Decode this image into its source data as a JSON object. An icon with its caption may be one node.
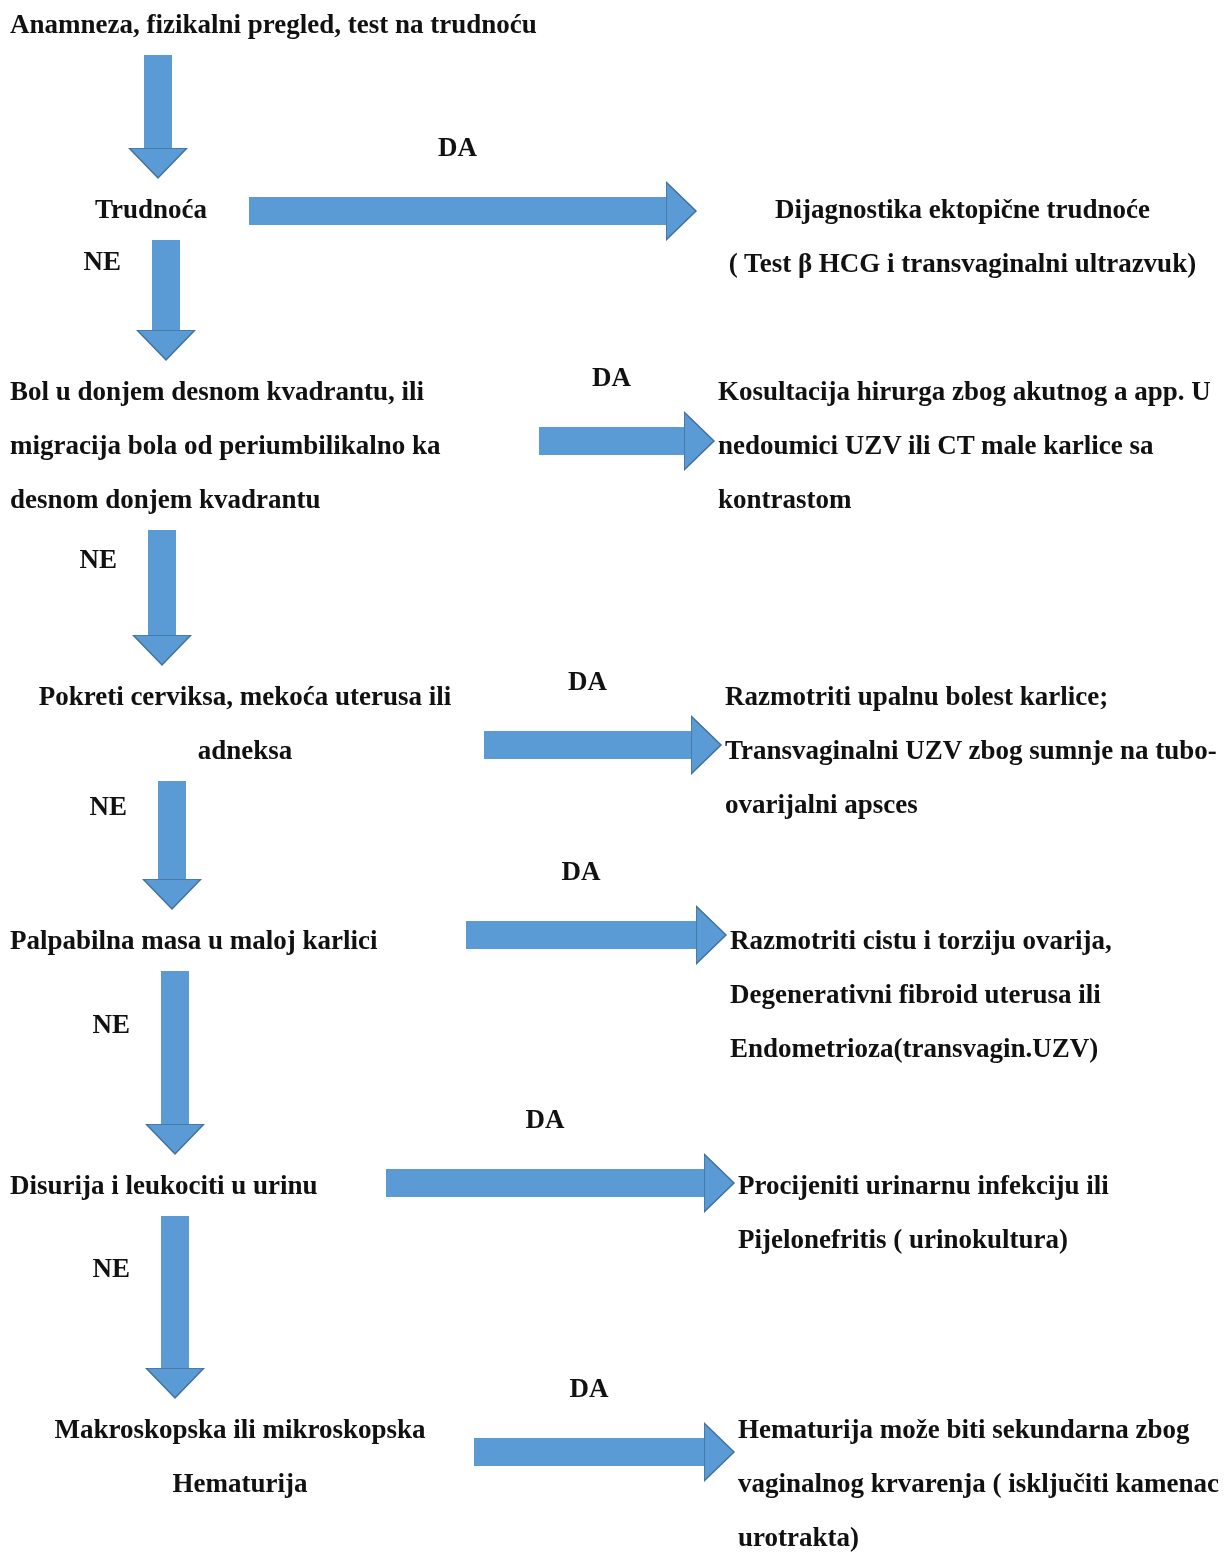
{
  "diagram": {
    "nodes": [
      {
        "text": [
          "Anamneza, fizikalni pregled, test na trudnoću"
        ]
      },
      {
        "text": [
          "Trudnoća"
        ]
      },
      {
        "text": [
          "Dijagnostika ektopične trudnoće",
          "( Test β HCG i transvaginalni ultrazvuk)"
        ]
      },
      {
        "text": [
          "Bol u donjem desnom kvadrantu, ili migracija bola od periumbilikalno ka desnom donjem kvadrantu"
        ]
      },
      {
        "text": [
          "Kosultacija hirurga zbog akutnog a app. U nedoumici UZV ili CT male karlice sa kontrastom"
        ]
      },
      {
        "text": [
          "Pokreti cerviksa, mekoća uterusa ili adneksa"
        ]
      },
      {
        "text": [
          "Razmotriti upalnu bolest karlice; Transvaginalni UZV zbog sumnje na tubo-ovarijalni apsces"
        ]
      },
      {
        "text": [
          "Palpabilna masa u maloj karlici"
        ]
      },
      {
        "text": [
          "Razmotriti cistu i torziju ovarija, Degenerativni fibroid uterusa ili Endometrioza(transvagin.UZV)"
        ]
      },
      {
        "text": [
          "Disurija i leukociti u urinu"
        ]
      },
      {
        "text": [
          "Procijeniti urinarnu infekciju ili Pijelonefritis ( urinokultura)"
        ]
      },
      {
        "text": [
          "Makroskopska ili mikroskopska Hematurija"
        ]
      },
      {
        "text": [
          "Hematurija može biti sekundarna zbog vaginalnog krvarenja ( isključiti kamenac urotrakta)"
        ]
      }
    ],
    "edges": [
      {
        "from": 0,
        "to": 1,
        "arrow": "to"
      },
      {
        "from": 1,
        "to": 2,
        "arrow": "to",
        "label": "DA"
      },
      {
        "from": 1,
        "to": 3,
        "arrow": "to",
        "label": "NE"
      },
      {
        "from": 3,
        "to": 4,
        "arrow": "to",
        "label": "DA"
      },
      {
        "from": 3,
        "to": 5,
        "arrow": "to",
        "label": "NE"
      },
      {
        "from": 5,
        "to": 6,
        "arrow": "to",
        "label": "DA"
      },
      {
        "from": 5,
        "to": 7,
        "arrow": "to",
        "label": "NE"
      },
      {
        "from": 7,
        "to": 8,
        "arrow": "to",
        "label": "DA"
      },
      {
        "from": 7,
        "to": 9,
        "arrow": "to",
        "label": "NE"
      },
      {
        "from": 9,
        "to": 10,
        "arrow": "to",
        "label": "DA"
      },
      {
        "from": 9,
        "to": 11,
        "arrow": "to",
        "label": "NE"
      },
      {
        "from": 11,
        "to": 12,
        "arrow": "to",
        "label": "DA"
      }
    ]
  }
}
